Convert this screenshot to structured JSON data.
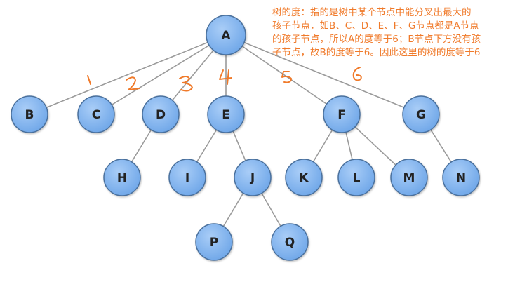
{
  "annotation": {
    "lines": [
      "树的度：指的是树中某个节点中能分叉出最大的",
      "孩子节点，如B、C、D、E、F、G节点都是A节点",
      "的孩子节点，所以A的度等于6；B节点下方没有孩",
      "子节点，故B的度等于6。因此这里的树的度等于6"
    ]
  },
  "tree": {
    "nodes": [
      {
        "id": "A",
        "label": "A",
        "parent": null
      },
      {
        "id": "B",
        "label": "B",
        "parent": "A"
      },
      {
        "id": "C",
        "label": "C",
        "parent": "A"
      },
      {
        "id": "D",
        "label": "D",
        "parent": "A"
      },
      {
        "id": "E",
        "label": "E",
        "parent": "A"
      },
      {
        "id": "F",
        "label": "F",
        "parent": "A"
      },
      {
        "id": "G",
        "label": "G",
        "parent": "A"
      },
      {
        "id": "H",
        "label": "H",
        "parent": "D"
      },
      {
        "id": "I",
        "label": "I",
        "parent": "E"
      },
      {
        "id": "J",
        "label": "J",
        "parent": "E"
      },
      {
        "id": "K",
        "label": "K",
        "parent": "F"
      },
      {
        "id": "L",
        "label": "L",
        "parent": "F"
      },
      {
        "id": "M",
        "label": "M",
        "parent": "F"
      },
      {
        "id": "N",
        "label": "N",
        "parent": "G"
      },
      {
        "id": "P",
        "label": "P",
        "parent": "J"
      },
      {
        "id": "Q",
        "label": "Q",
        "parent": "J"
      }
    ],
    "edge_marks": [
      "1",
      "2",
      "3",
      "4",
      "5",
      "6"
    ]
  },
  "colors": {
    "node_fill": "#7fb3ef",
    "node_stroke": "#4a6f9c",
    "edge": "#9a9a9a",
    "annotation": "#f07a2a"
  }
}
